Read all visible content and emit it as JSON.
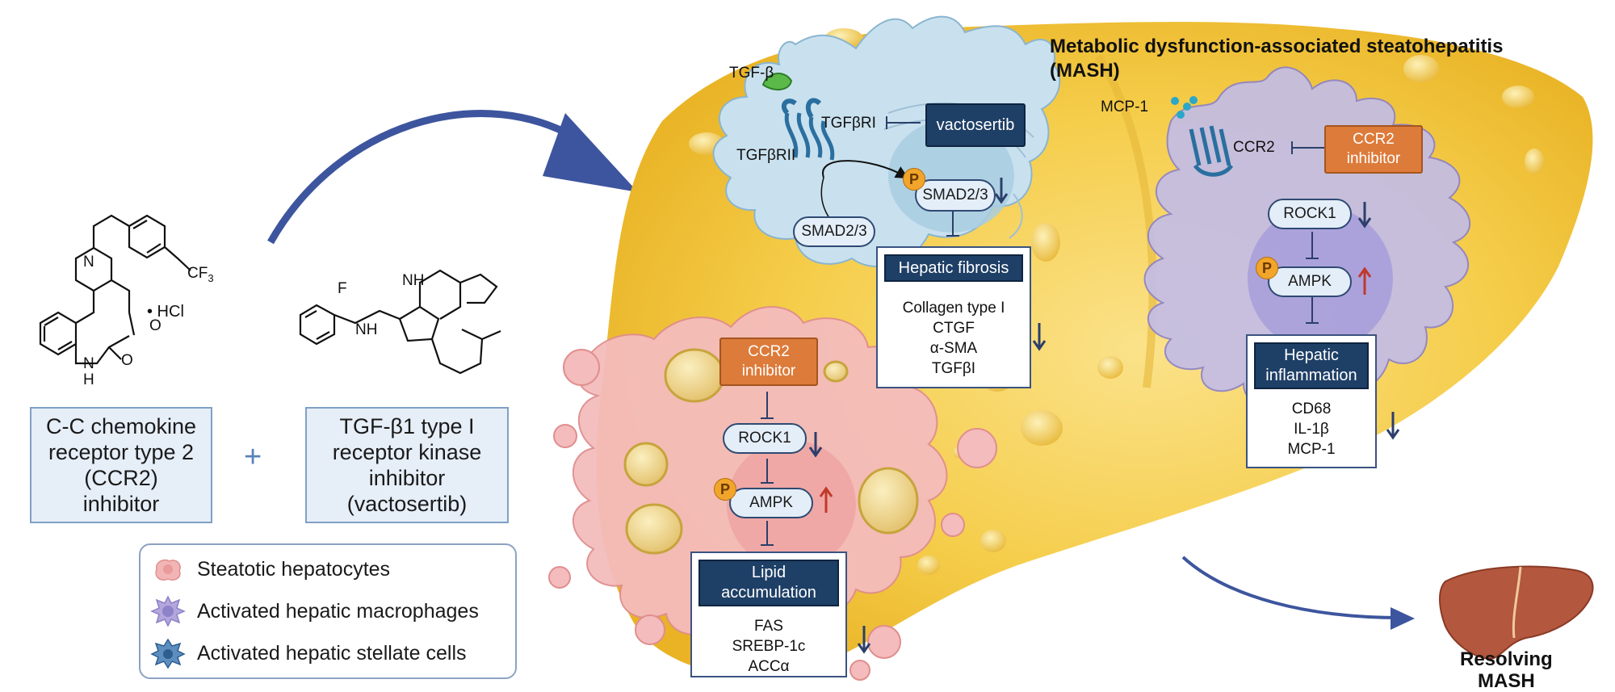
{
  "drugs": {
    "ccr2_label": "C-C chemokine\nreceptor type 2\n(CCR2)\ninhibitor",
    "plus": "+",
    "vactosertib_label": "TGF-β1 type I\nreceptor kinase\ninhibitor\n(vactosertib)",
    "salt": "• HCl",
    "atom_n": "N",
    "atom_o": "O",
    "atom_h": "H",
    "atom_cf3": "CF",
    "atom_cf3_sub": "3",
    "atom_f": "F",
    "atom_nh": "NH"
  },
  "legend": {
    "items": [
      {
        "label": "Steatotic hepatocytes",
        "color": "#f2b5b5"
      },
      {
        "label": "Activated hepatic macrophages",
        "color": "#b3a6dc"
      },
      {
        "label": "Activated hepatic stellate cells",
        "color": "#5c8fc0"
      }
    ]
  },
  "title": {
    "line1": "Metabolic dysfunction-associated steatohepatitis",
    "line2": "(MASH)"
  },
  "stellate": {
    "ligand": "TGF-β",
    "receptor1": "TGFβRI",
    "receptor2": "TGFβRII",
    "drug": "vactosertib",
    "smad_p": "SMAD2/3",
    "smad": "SMAD2/3",
    "p": "P",
    "outcome_header": "Hepatic fibrosis",
    "outcome_items": "Collagen type I\nCTGF\nα-SMA\nTGFβI"
  },
  "macrophage": {
    "ligand": "MCP-1",
    "receptor": "CCR2",
    "drug": "CCR2\ninhibitor",
    "rock": "ROCK1",
    "ampk": "AMPK",
    "p": "P",
    "outcome_header": "Hepatic\ninflammation",
    "outcome_items": "CD68\nIL-1β\nMCP-1"
  },
  "hepatocyte": {
    "drug": "CCR2\ninhibitor",
    "rock": "ROCK1",
    "ampk": "AMPK",
    "p": "P",
    "outcome_header": "Lipid\naccumulation",
    "outcome_items": "FAS\nSREBP-1c\nACCα"
  },
  "result": {
    "label": "Resolving\nMASH"
  },
  "colors": {
    "liver": "#f3c437",
    "stellate": "#c9e1ee",
    "macrophage": "#c3bde6",
    "hepatocyte": "#f4bcbc",
    "arrow": "#3d559e",
    "down": "#2b3f6b",
    "up": "#c0392b"
  }
}
